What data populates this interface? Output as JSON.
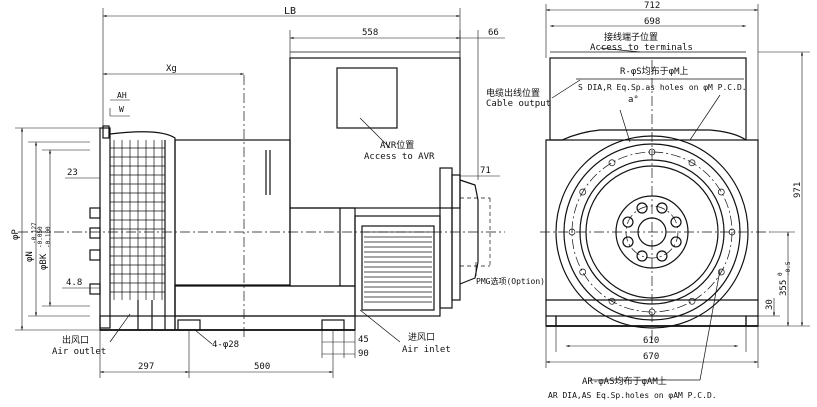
{
  "dimensions": {
    "lb": "LB",
    "d558": "558",
    "d66": "66",
    "xg": "Xg",
    "ah": "AH",
    "w": "W",
    "d23": "23",
    "d4_8": "4.8",
    "d71": "71",
    "d45": "45",
    "d90": "90",
    "d297": "297",
    "d500": "500",
    "d712": "712",
    "d698": "698",
    "d971": "971",
    "d30": "30",
    "d355": "355",
    "d610": "610",
    "d670": "670",
    "phi_p": "φP",
    "phi_n": "φN",
    "phi_bk": "φBK",
    "tol_n": "-0.127",
    "tol_bk_a": "-0.050",
    "tol_bk_b": "-0.100",
    "tol_355": "0",
    "tol_355b": "-0.5",
    "angle": "a°",
    "holes": "4-φ28"
  },
  "labels": {
    "avr_cn": "AVR位置",
    "avr_en": "Access to AVR",
    "cable_cn": "电缆出线位置",
    "cable_en": "Cable output",
    "terminals_cn": "接线端子位置",
    "terminals_en": "Access to terminals",
    "r_holes_cn": "R-φS均布于φM上",
    "r_holes_en": "S DIA,R Eq.Sp.as holes on φM P.C.D.",
    "air_outlet_cn": "出风口",
    "air_outlet_en": "Air outlet",
    "air_inlet_cn": "进风口",
    "air_inlet_en": "Air inlet",
    "pmg": "PMG选项(Option)",
    "ar_holes_cn": "AR-φAS均布于φAM上",
    "ar_holes_en": "AR DIA,AS Eq.Sp.holes on φAM P.C.D."
  }
}
